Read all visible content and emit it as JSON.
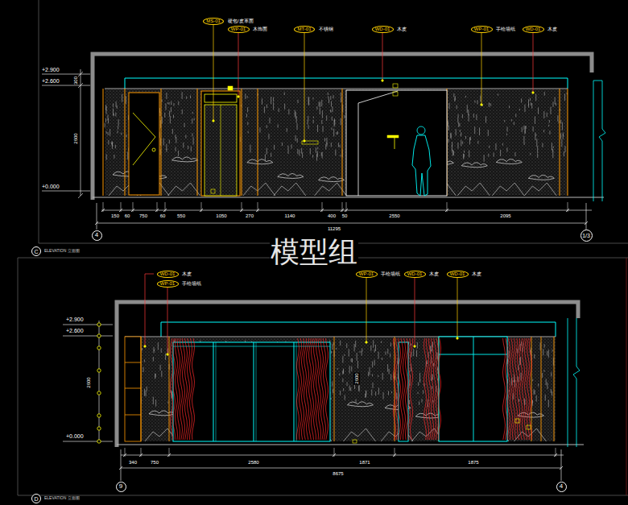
{
  "diagram": {
    "nodes": [
      {
        "text": [
          "4"
        ]
      },
      {
        "text": [
          "1/3"
        ]
      },
      {
        "text": [
          "C"
        ]
      },
      {
        "text": [
          "9"
        ]
      },
      {
        "text": [
          "4"
        ]
      },
      {
        "text": [
          "D"
        ]
      },
      {
        "text": [
          "MS-01"
        ]
      },
      {
        "text": [
          "WP-01"
        ]
      },
      {
        "text": [
          "MT-01"
        ]
      },
      {
        "text": [
          "WD-01"
        ]
      },
      {
        "text": [
          "WP-01"
        ]
      },
      {
        "text": [
          "WD-01"
        ]
      },
      {
        "text": [
          "WD-01"
        ]
      },
      {
        "text": [
          "WP-01"
        ]
      },
      {
        "text": [
          "WP-01"
        ]
      },
      {
        "text": [
          "WD-01"
        ]
      },
      {
        "text": [
          "WD-01"
        ]
      }
    ],
    "labels": [
      "+2.900",
      "+2.600",
      "+0.000",
      "300",
      "2600",
      "150",
      "60",
      "750",
      "60",
      "550",
      "1050",
      "270",
      "1140",
      "400",
      "50",
      "2550",
      "2095",
      "11295",
      "ELEVATION 立面图",
      "模型组",
      "硬包/皮革面",
      "木饰面",
      "不锈钢",
      "木皮",
      "手绘墙纸",
      "木皮",
      "+2.900",
      "+2.600",
      "+0.000",
      "2600",
      "2600",
      "340",
      "750",
      "2580",
      "1871",
      "1875",
      "8675",
      "木皮",
      "手绘墙纸",
      "手绘墙纸",
      "木皮",
      "木皮",
      "ELEVATION 立面图"
    ]
  }
}
